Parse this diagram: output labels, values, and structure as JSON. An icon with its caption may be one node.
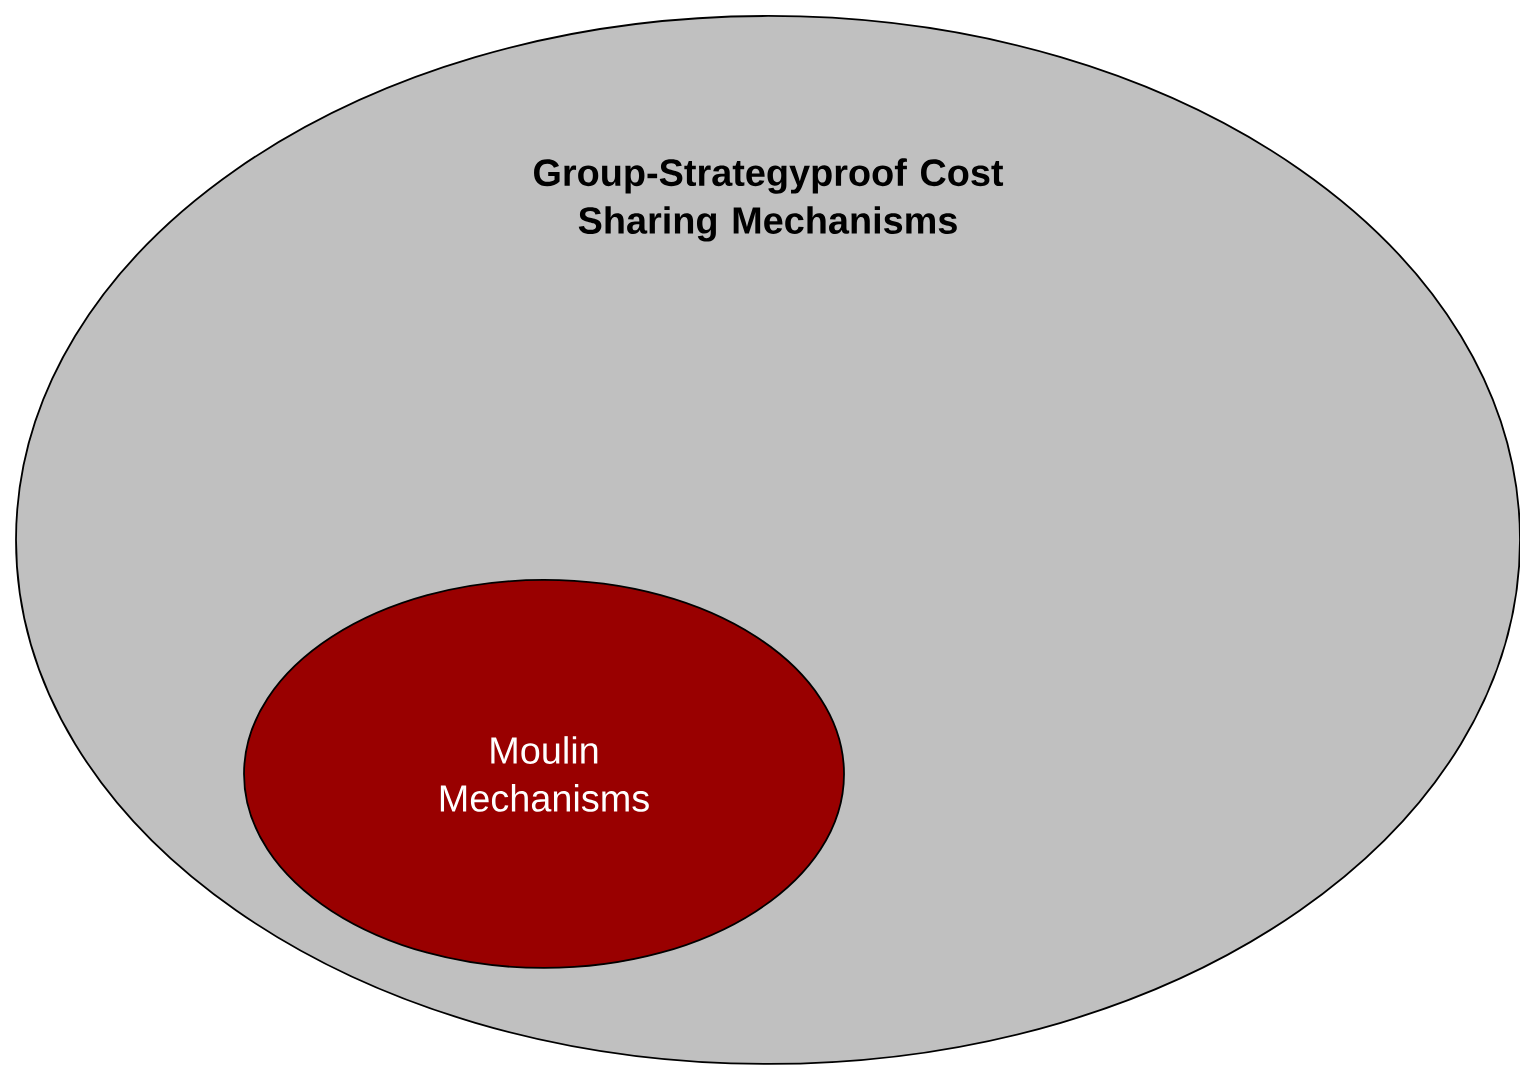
{
  "diagram": {
    "nodes": [
      {
        "text": [
          "Group-Strategyproof Cost Sharing Mechanisms"
        ]
      },
      {
        "text": [
          "Moulin Mechanisms"
        ],
        "in": 0
      }
    ]
  }
}
